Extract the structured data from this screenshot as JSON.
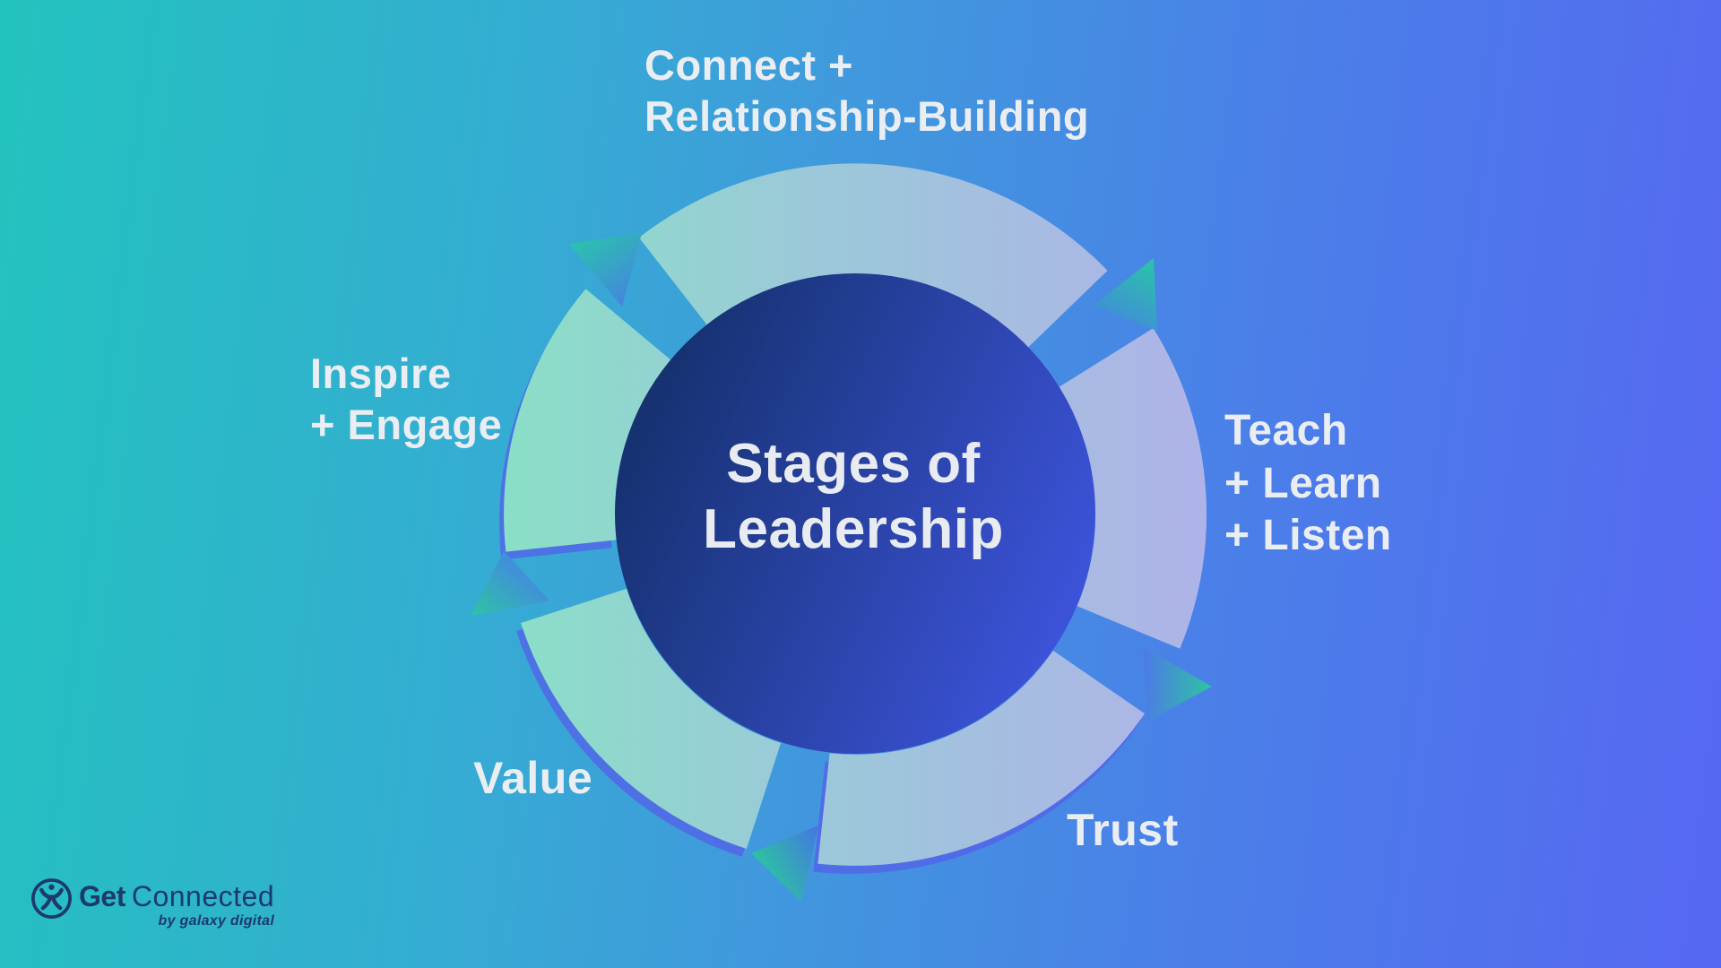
{
  "background": {
    "gradient_left": "#22C3BE",
    "gradient_mid": "#3F9BDC",
    "gradient_right": "#5667F2"
  },
  "diagram": {
    "center_title": "Stages of\nLeadership",
    "direction": "clockwise",
    "segment_count": 5,
    "stages": [
      {
        "id": "connect",
        "label": "Connect +\nRelationship-Building",
        "position": "top"
      },
      {
        "id": "teach",
        "label": "Teach\n+ Learn\n+ Listen",
        "position": "right"
      },
      {
        "id": "trust",
        "label": "Trust",
        "position": "bottom-right"
      },
      {
        "id": "value",
        "label": "Value",
        "position": "bottom-left"
      },
      {
        "id": "inspire",
        "label": "Inspire\n+ Engage",
        "position": "left"
      }
    ],
    "colors": {
      "ring_mint": "#8ADFC7",
      "ring_pale_blue": "#9CC8D9",
      "ring_lavender": "#AFB3E8",
      "center_navy": "#14306B",
      "center_indigo": "#3D53DB",
      "arrow_teal": "#2BC2A9",
      "arrow_blue": "#4A83E2",
      "ring_shadow": "#5560EA",
      "label_text": "#EAEEF3"
    }
  },
  "logo": {
    "brand_bold": "Get",
    "brand_light": "Connected",
    "byline": "by galaxy digital",
    "color": "#1C3A6E"
  }
}
